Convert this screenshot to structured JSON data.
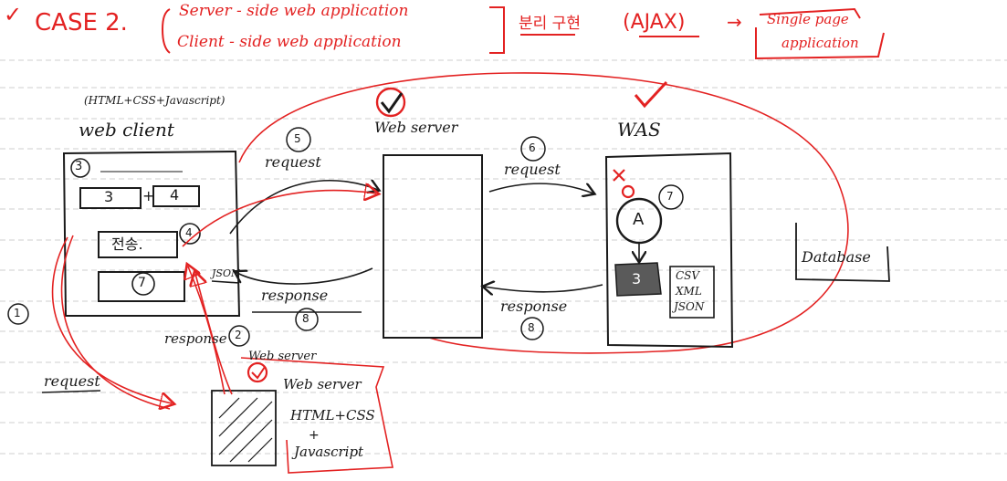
{
  "header": {
    "check": "✓",
    "case_title": "CASE 2.",
    "line1": "Server - side web application",
    "line2": "Client - side web application",
    "split_label": "분리 구현",
    "ajax": "(AJAX)",
    "arrow": "→",
    "spa_line1": "Single page",
    "spa_line2": "application"
  },
  "web_client": {
    "tech": "(HTML+CSS+Javascript)",
    "title": "web client",
    "step3": "3",
    "operand_a": "3",
    "plus": "+",
    "operand_b": "4",
    "send_label": "전송.",
    "step4": "4",
    "result_value": "7",
    "json_label": "JSON"
  },
  "web_server": {
    "title": "Web server"
  },
  "was": {
    "title": "WAS",
    "step7": "7",
    "a_node": "A",
    "result_value": "3",
    "formats": [
      "CSV",
      "XML",
      "JSON"
    ]
  },
  "database": {
    "label": "Database"
  },
  "arrows": {
    "step5": "5",
    "request_top": "request",
    "step6": "6",
    "request_top2": "request",
    "response_left": "response",
    "step8_left": "8",
    "response_right": "response",
    "step8_right": "8",
    "response2": "response",
    "step2": "2",
    "step1": "1",
    "request_bottom": "request"
  },
  "static_server": {
    "header": "Web server",
    "title": "Web server",
    "html_css": "HTML+CSS",
    "plus": "+",
    "js": "Javascript"
  },
  "colors": {
    "ink": "#1a1a1a",
    "red": "#e32222",
    "ruled": "#c8c8c8"
  }
}
